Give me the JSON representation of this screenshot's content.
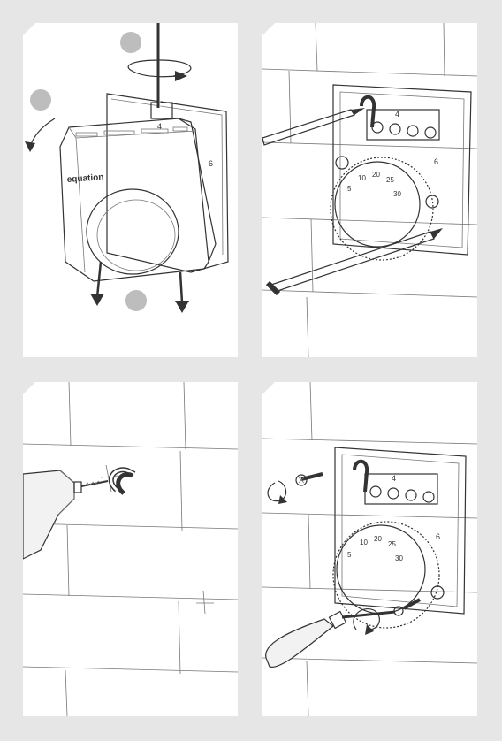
{
  "brand": {
    "name": "equation"
  },
  "dial": {
    "ticks": [
      "5",
      "10",
      "20",
      "25",
      "30"
    ]
  },
  "terminal": {
    "number": "4",
    "number_right": "6"
  },
  "colors": {
    "background": "#e6e6e6",
    "panel": "#ffffff",
    "line": "#333333",
    "step_marker": "#bdbdbd",
    "screwdriver_handle": "#f2f2f2"
  },
  "steps": [
    {
      "marker": "step-marker-1",
      "icon": "rotate-arrow-icon"
    },
    {
      "marker": "step-marker-2",
      "icon": "tilt-arrow-icon"
    },
    {
      "marker": "step-marker-3",
      "icon": "down-arrow-icon"
    }
  ]
}
